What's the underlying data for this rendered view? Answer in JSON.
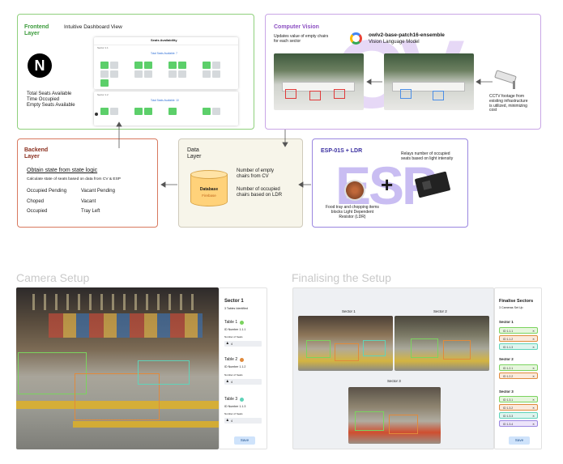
{
  "frontend": {
    "title": "Frontend\nLayer",
    "subtitle": "Intuitive Dashboard View",
    "stats": [
      "Total Seats Available",
      "Time Occupied",
      "Empty Seats Available"
    ],
    "logo_letter": "N",
    "dashboard": {
      "title": "Seats Availability",
      "sector1": "Sector 1.1",
      "total1": "Total Seats Available: 7",
      "sector2": "Sector 1.2",
      "total2": "Total Seats Available: 10"
    }
  },
  "cv": {
    "title": "Computer Vision",
    "desc": "Updates value of empty chairs\nfor each sector",
    "model": "owlv2-base-patch16-ensemble",
    "model_sub": "Vision Language Model",
    "cctv": "CCTV footage from\nexisting infrastructure\nis utilized, minimizing\ncost",
    "watermark": "CV"
  },
  "backend": {
    "title": "Backend\nLayer",
    "heading": "Obtain state from state logic",
    "desc": "Calculate state of seats based on data from CV & ESP",
    "states": [
      "Occupied Pending",
      "Vacant Pending",
      "Choped",
      "Vacant",
      "Occupied",
      "Tray Left"
    ]
  },
  "data": {
    "title": "Data\nLayer",
    "db_label": "Database",
    "db_sub": "Firebase",
    "empty": "Number of empty\nchairs from CV",
    "ldr": "Number of occupied\nchairs based on LDR"
  },
  "esp": {
    "title": "ESP-01S + LDR",
    "relays": "Relays number of occupied\nseats based on light intensity",
    "food": "Food tray and chopping items\nblocks Light Dependent\nResistor (LDR)",
    "watermark": "ESP"
  },
  "camera_setup": {
    "title": "Camera Setup",
    "panel": {
      "title": "Sector 1",
      "subtitle": "3 Tables Identified",
      "tables": [
        {
          "name": "Table 1",
          "id": "ID Number 1.1.1",
          "seats_label": "Number of Seats",
          "seats": "4",
          "color": "#7bd35f"
        },
        {
          "name": "Table 2",
          "id": "ID Number 1.1.2",
          "seats_label": "Number of Seats",
          "seats": "4",
          "color": "#e08a3c"
        },
        {
          "name": "Table 3",
          "id": "ID Number 1.1.3",
          "seats_label": "Number of Seats",
          "seats": "4",
          "color": "#5fd3b9"
        }
      ],
      "save": "Save"
    }
  },
  "finalising": {
    "title": "Finalising the Setup",
    "sector1": "Sector 1",
    "sector2": "Sector 2",
    "sector3": "Sector 3",
    "panel": {
      "title": "Finalise Sectors",
      "subtitle": "3 Cameras Set Up",
      "groups": [
        {
          "name": "Sector 1",
          "ids": [
            "ID 1.1.1",
            "ID 1.1.2",
            "ID 1.1.3"
          ]
        },
        {
          "name": "Sector 2",
          "ids": [
            "ID 1.2.1",
            "ID 1.2.2"
          ]
        },
        {
          "name": "Sector 3",
          "ids": [
            "ID 1.3.1",
            "ID 1.3.2",
            "ID 1.3.3",
            "ID 1.3.4"
          ]
        }
      ],
      "save": "Save"
    }
  },
  "colors": {
    "frontend": "#8fd07c",
    "cv": "#c9a6e6",
    "backend": "#d8795f",
    "data_bg": "#f7f5ea",
    "esp": "#9a86e0",
    "save_btn": "#cfe3fb"
  }
}
